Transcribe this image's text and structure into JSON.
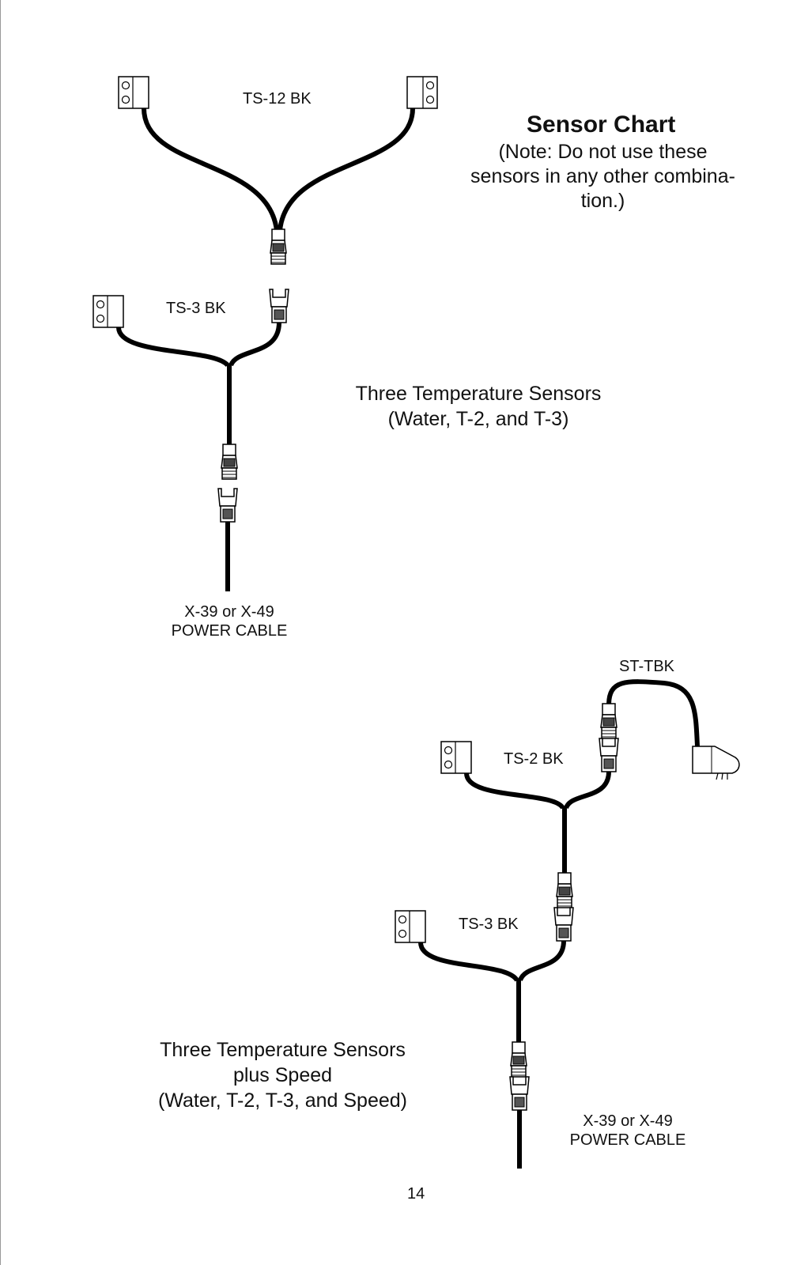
{
  "chart_title": "Sensor Chart",
  "note_lines": [
    "(Note: Do not use these",
    "sensors in any other combina-",
    "tion.)"
  ],
  "diagram1": {
    "sensor_label": "TS-12 BK"
  },
  "diagram2": {
    "sensor_label": "TS-3 BK",
    "caption_lines": [
      "Three Temperature Sensors",
      "(Water, T-2, and T-3)"
    ],
    "cable_lines": [
      "X-39 or X-49",
      "POWER CABLE"
    ]
  },
  "diagram3": {
    "speed_label": "ST-TBK",
    "sensor_label_upper": "TS-2 BK",
    "sensor_label_lower": "TS-3 BK",
    "caption_lines": [
      "Three Temperature Sensors",
      "plus Speed",
      "(Water, T-2, T-3, and Speed)"
    ],
    "cable_lines": [
      "X-39 or X-49",
      "POWER CABLE"
    ]
  },
  "page_number": "14"
}
